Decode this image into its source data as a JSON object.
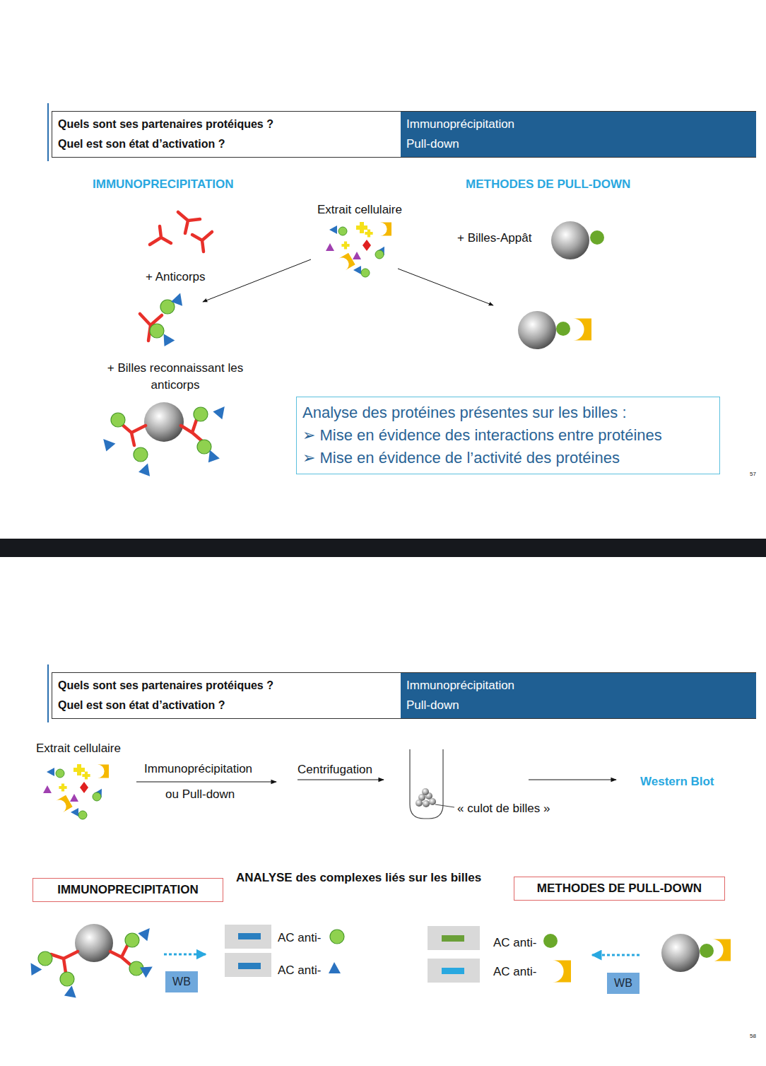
{
  "diagram": {
    "nodes": [
      {
        "text": [
          "Quels sont ses partenaires protéiques ?",
          "Quel est son état d’activation ?"
        ]
      },
      {
        "text": [
          "Immunoprécipitation",
          "Pull-down"
        ]
      },
      {
        "text": [
          "Analyse des protéines présentes sur les billes :",
          "➢ Mise en évidence des interactions entre protéines",
          "➢  Mise en évidence de l’activité des protéines"
        ]
      },
      {
        "text": [
          "Quels sont ses partenaires protéiques ?",
          "Quel est son état d’activation ?"
        ]
      },
      {
        "text": [
          "Immunoprécipitation",
          "Pull-down"
        ]
      },
      {
        "text": [
          "IMMUNOPRECIPITATION"
        ]
      },
      {
        "text": [
          "METHODES DE PULL-DOWN"
        ]
      },
      {
        "text": [
          "WB"
        ]
      },
      {
        "text": [
          "WB"
        ]
      }
    ],
    "labels": [
      "IMMUNOPRECIPITATION",
      "METHODES DE PULL-DOWN",
      "Extrait cellulaire",
      "+ Billes-Appât",
      "+ Anticorps",
      "+ Billes reconnaissant les anticorps",
      "57",
      "Extrait cellulaire",
      "Immunoprécipitation",
      "ou Pull-down",
      "Centrifugation",
      "« culot de billes »",
      "Western Blot",
      "ANALYSE des complexes liés sur les billes",
      "AC anti-",
      "AC anti-",
      "AC anti-",
      "AC anti-",
      "58"
    ]
  }
}
